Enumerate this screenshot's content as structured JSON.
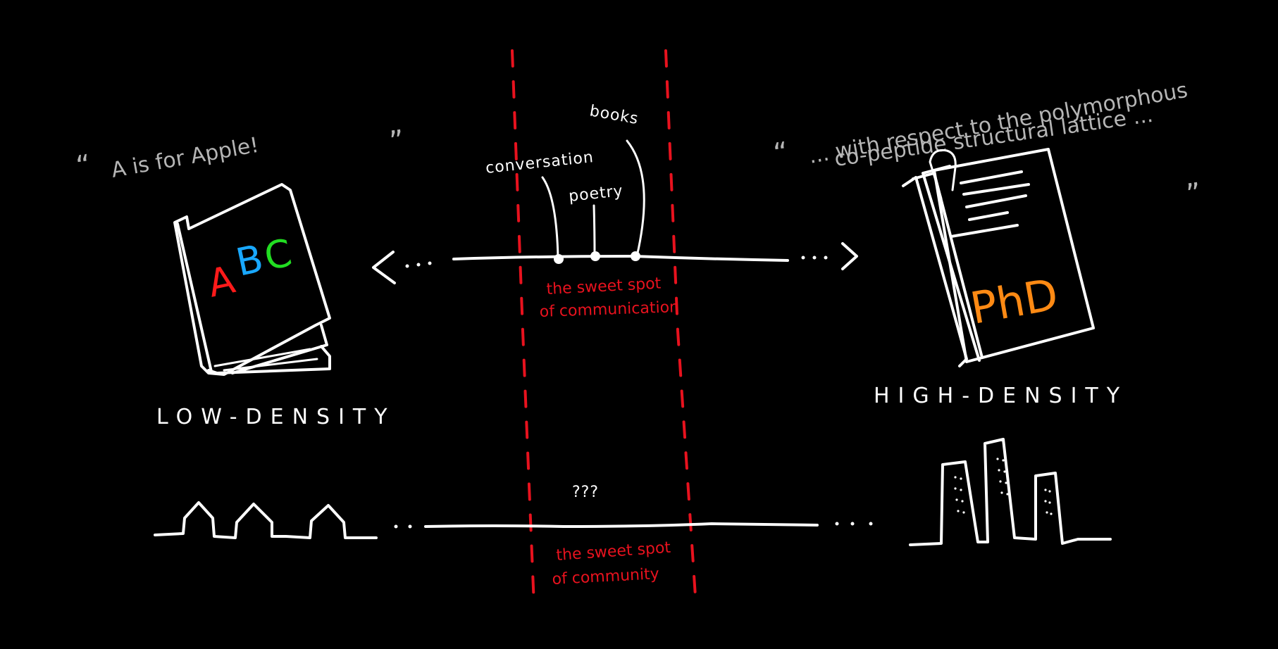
{
  "diagram": {
    "low_quote": "A is for Apple!",
    "high_quote_line1": "... with respect to the polymorphous",
    "high_quote_line2": "co-peptide structural lattice ...",
    "book_letters": [
      "A",
      "B",
      "C"
    ],
    "phd_label": "PhD",
    "low_label": "LOW-DENSITY",
    "high_label": "HIGH-DENSITY",
    "points": [
      {
        "label": "conversation"
      },
      {
        "label": "poetry"
      },
      {
        "label": "books"
      }
    ],
    "sweet_spot_communication": [
      "the sweet spot",
      "of communication"
    ],
    "sweet_spot_community": [
      "the sweet spot",
      "of community"
    ],
    "unknown": "???",
    "colors": {
      "background": "#000000",
      "ink": "#ffffff",
      "red": "#e8121e",
      "grey": "#b5b5b5",
      "letter_a": "#ff1a1a",
      "letter_b": "#19a8ff",
      "letter_c": "#22dd22",
      "phd": "#ff8a14"
    }
  }
}
